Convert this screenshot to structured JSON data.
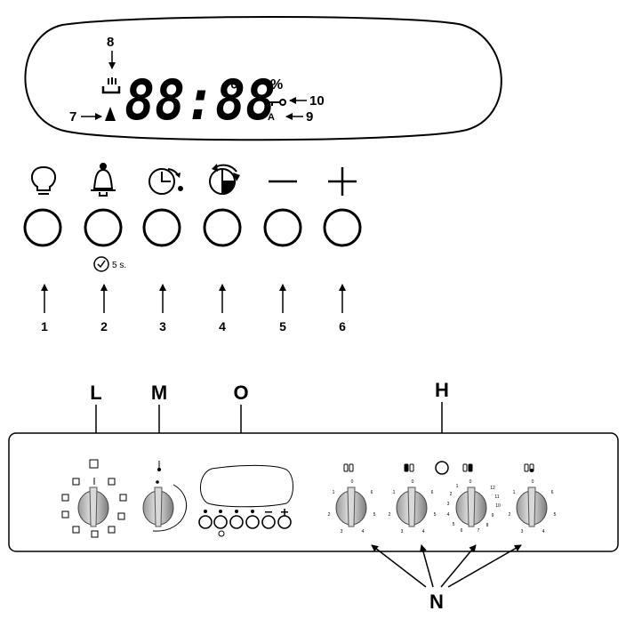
{
  "display": {
    "digits": "88:88",
    "degree": "°",
    "percent": "%",
    "auto": "A",
    "callouts": [
      "7",
      "8",
      "9",
      "10"
    ]
  },
  "buttons": [
    {
      "number": "1",
      "icon": "bulb-icon"
    },
    {
      "number": "2",
      "icon": "bell-icon"
    },
    {
      "number": "3",
      "icon": "timer-clock-icon"
    },
    {
      "number": "4",
      "icon": "timer-end-icon"
    },
    {
      "number": "5",
      "icon": "minus-icon"
    },
    {
      "number": "6",
      "icon": "plus-icon"
    }
  ],
  "bell_hold_text": "5 s.",
  "panel_labels": {
    "L": "L",
    "M": "M",
    "O": "O",
    "H": "H",
    "N": "N"
  },
  "function_knob": {
    "icon": "oven-function-icon"
  },
  "temperature_knob": {
    "icon": "thermometer-icon"
  },
  "hob_knob_marks": {
    "knob1": [
      "0",
      "1",
      "2",
      "3",
      "4",
      "5",
      "6"
    ],
    "knob2": [
      "0",
      "1",
      "2",
      "3",
      "4",
      "5",
      "6"
    ],
    "knob3": [
      "0",
      "1",
      "2",
      "3",
      "4",
      "5",
      "6",
      "7",
      "8",
      "9",
      "10",
      "11",
      "12"
    ],
    "knob4": [
      "0",
      "1",
      "2",
      "3",
      "4",
      "5",
      "6"
    ]
  }
}
